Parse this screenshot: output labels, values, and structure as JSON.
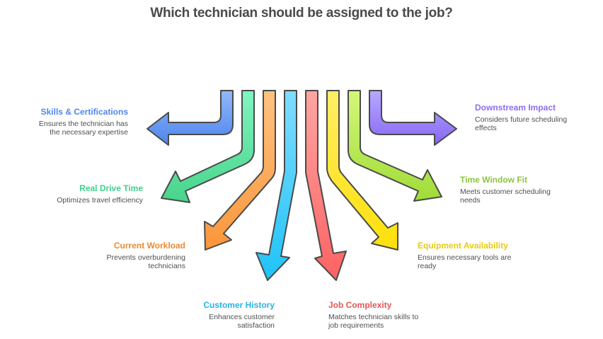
{
  "title": "Which technician should be assigned to the job?",
  "factors": [
    {
      "id": "skills",
      "heading": "Skills & Certifications",
      "description": "Ensures the technician has the necessary expertise",
      "color": "#4f86ec",
      "fill_top": "#8fb4f8",
      "fill_bottom": "#4f86ec"
    },
    {
      "id": "drive",
      "heading": "Real Drive Time",
      "description": "Optimizes travel efficiency",
      "color": "#3fcf8a",
      "fill_top": "#7ef2be",
      "fill_bottom": "#4cd98f"
    },
    {
      "id": "workload",
      "heading": "Current Workload",
      "description": "Prevents overburdening technicians",
      "color": "#ec8a30",
      "fill_top": "#ffc07e",
      "fill_bottom": "#f99a3e"
    },
    {
      "id": "history",
      "heading": "Customer History",
      "description": "Enhances customer satisfaction",
      "color": "#27b3e3",
      "fill_top": "#7fdcff",
      "fill_bottom": "#22c4f7"
    },
    {
      "id": "complexity",
      "heading": "Job Complexity",
      "description": "Matches technician skills to job requirements",
      "color": "#e85555",
      "fill_top": "#ffa3a0",
      "fill_bottom": "#fb6464"
    },
    {
      "id": "equipment",
      "heading": "Equipment Availability",
      "description": "Ensures necessary tools are ready",
      "color": "#e4cc12",
      "fill_top": "#ffec60",
      "fill_bottom": "#ffe20e"
    },
    {
      "id": "timewindow",
      "heading": "Time Window Fit",
      "description": "Meets customer scheduling needs",
      "color": "#8cc43a",
      "fill_top": "#d2f674",
      "fill_bottom": "#a3de3a"
    },
    {
      "id": "downstream",
      "heading": "Downstream Impact",
      "description": "Considers future scheduling effects",
      "color": "#8f6bf0",
      "fill_top": "#b7a5ff",
      "fill_bottom": "#8b6cf5"
    }
  ]
}
